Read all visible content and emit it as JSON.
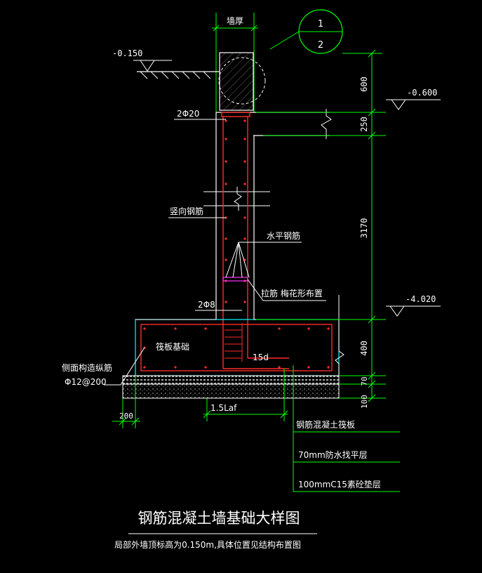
{
  "title": "钢筋混凝土墙基础大样图",
  "subtitle": "局部外墙顶标高为0.150m,具体位置见结构布置图",
  "wall_thickness_label": "墙厚",
  "section_mark": {
    "top": "1",
    "bottom": "2"
  },
  "elevations": {
    "top_left": "-0.150",
    "right_upper": "-0.600",
    "right_lower": "-4.020"
  },
  "dimensions": [
    "600",
    "250",
    "3170",
    "400",
    "70",
    "100"
  ],
  "rebar_labels": {
    "top_bars": "2Φ20",
    "vertical": "竖向钢筋",
    "horizontal": "水平钢筋",
    "tie": "拉筋 梅花形布置",
    "bottom_bars": "2Φ8",
    "raft": "筏板基础",
    "side_bars_1": "侧面构造纵筋",
    "side_bars_2": "Φ12@200",
    "anchor": "15d",
    "lap": "1.5Laf",
    "offset": "200"
  },
  "layers": [
    "钢筋混凝土筏板",
    "70mm防水找平层",
    "100mmC15素砼垫层"
  ],
  "colors": {
    "wall_outline": "#ffffff",
    "rebar": "#ff2a2a",
    "dimension": "#00ff00",
    "raft_outline": "#00ffff",
    "leader": "#ffffff",
    "grade_fill": "#777777"
  }
}
